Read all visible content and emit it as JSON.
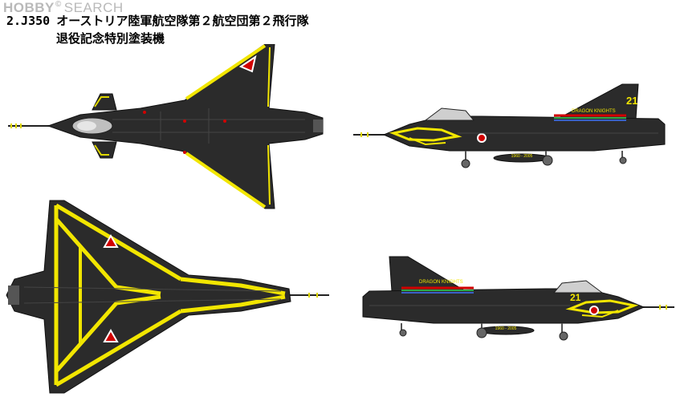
{
  "watermark": {
    "brand": "HOBBY",
    "suffix": "SEARCH",
    "copyright": "©"
  },
  "title": {
    "code": "2.J350",
    "line1": "オーストリア陸軍航空隊第２航空団第２飛行隊",
    "line2": "退役記念特別塗装機"
  },
  "markings": {
    "tail_number": "21",
    "fin_text": "DRAGON KNIGHTS",
    "years": "1960 - 2005"
  },
  "colors": {
    "aircraft_body": "#2b2b2b",
    "aircraft_panel": "#3a3a3a",
    "trim_yellow": "#f2e600",
    "roundel_red": "#d10000",
    "roundel_white": "#ffffff",
    "stripe_green": "#2fa84a",
    "stripe_blue": "#3a60c8"
  },
  "views": {
    "top": "top-view",
    "bottom": "bottom-view",
    "right_side": "right-side-view",
    "left_side": "left-side-view"
  }
}
